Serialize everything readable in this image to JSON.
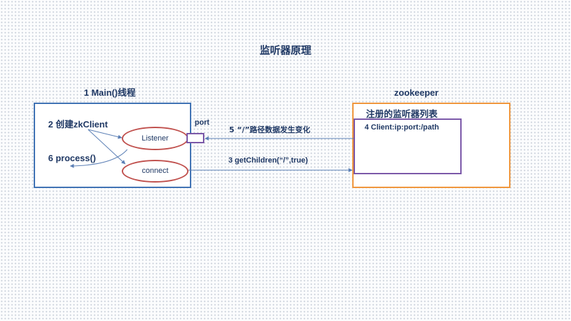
{
  "title": "监听器原理",
  "main_thread": {
    "label": "1 Main()线程",
    "step_create": "2 创建zkClient",
    "step_process": "6 process()",
    "listener_label": "Listener",
    "connect_label": "connect"
  },
  "port_label": "port",
  "zookeeper": {
    "label": "zookeeper",
    "registry_label": "注册的监听器列表",
    "entry": "4 Client:ip:port:/path"
  },
  "arrows": {
    "notify": "5 “/”路径数据发生变化",
    "get_children": "3 getChildren(“/”,true)"
  },
  "colors": {
    "main_border": "#3f72b4",
    "zk_border": "#f0963c",
    "registry_border": "#7a57a8",
    "oval_border": "#c0504d",
    "text": "#1f3864",
    "arrow": "#5b7fb5"
  }
}
